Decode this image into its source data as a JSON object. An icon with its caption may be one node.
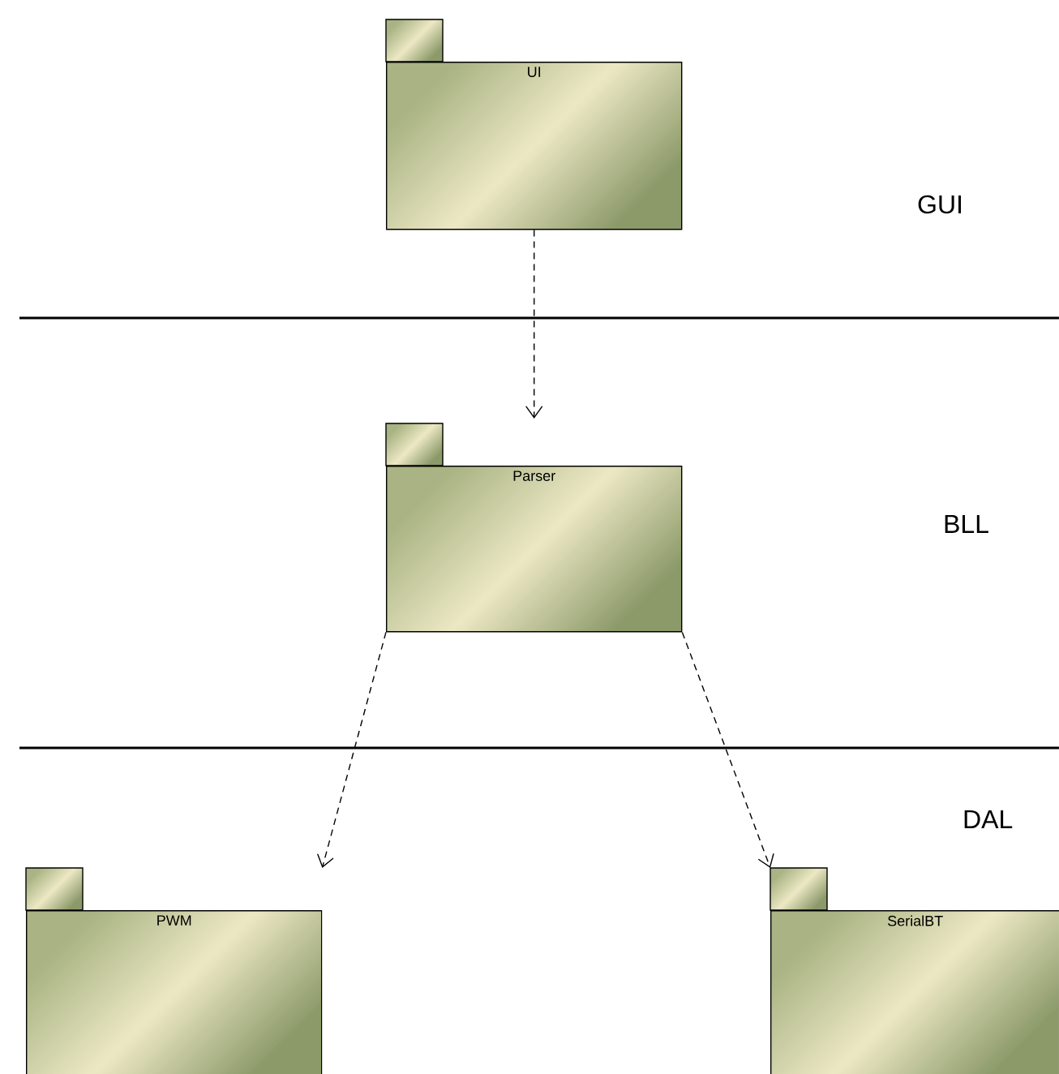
{
  "diagram": {
    "nodes": [
      {
        "text": [
          "UI"
        ]
      },
      {
        "text": [
          "Parser"
        ]
      },
      {
        "text": [
          "PWM"
        ]
      },
      {
        "text": [
          "SerialBT"
        ]
      }
    ],
    "edges": [
      {
        "from": 0,
        "to": 1,
        "arrow": "to",
        "style": "dashed"
      },
      {
        "from": 1,
        "to": 2,
        "arrow": "to",
        "style": "dashed"
      },
      {
        "from": 1,
        "to": 3,
        "arrow": "to",
        "style": "dashed"
      }
    ],
    "labels": [
      "GUI",
      "BLL",
      "DAL"
    ]
  }
}
